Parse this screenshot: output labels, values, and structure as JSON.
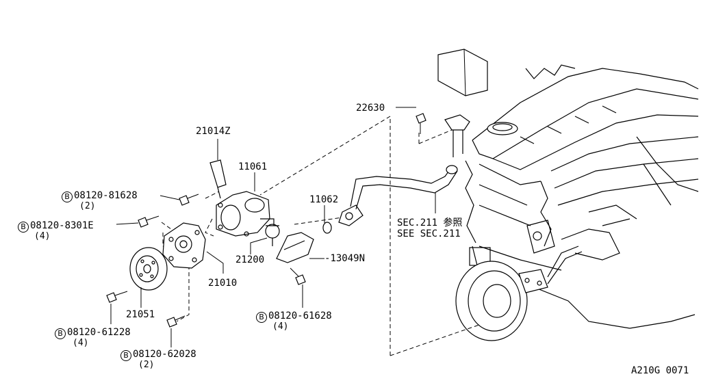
{
  "diagram": {
    "code": "A210G 0071",
    "bolt_symbol": "B",
    "parts": {
      "p21014z": "21014Z",
      "p11061": "11061",
      "p11062": "11062",
      "p22630": "22630",
      "p21200": "21200",
      "p13049n": "13049N",
      "p21010": "21010",
      "p21051": "21051"
    },
    "bolts": {
      "b1": {
        "part": "08120-81628",
        "qty": "(2)"
      },
      "b2": {
        "part": "08120-8301E",
        "qty": "(4)"
      },
      "b3": {
        "part": "08120-61228",
        "qty": "(4)"
      },
      "b4": {
        "part": "08120-62028",
        "qty": "(2)"
      },
      "b5": {
        "part": "08120-61628",
        "qty": "(4)"
      }
    },
    "sec_ref": {
      "line1": "SEC.211 参照",
      "line2": "SEE SEC.211"
    }
  }
}
